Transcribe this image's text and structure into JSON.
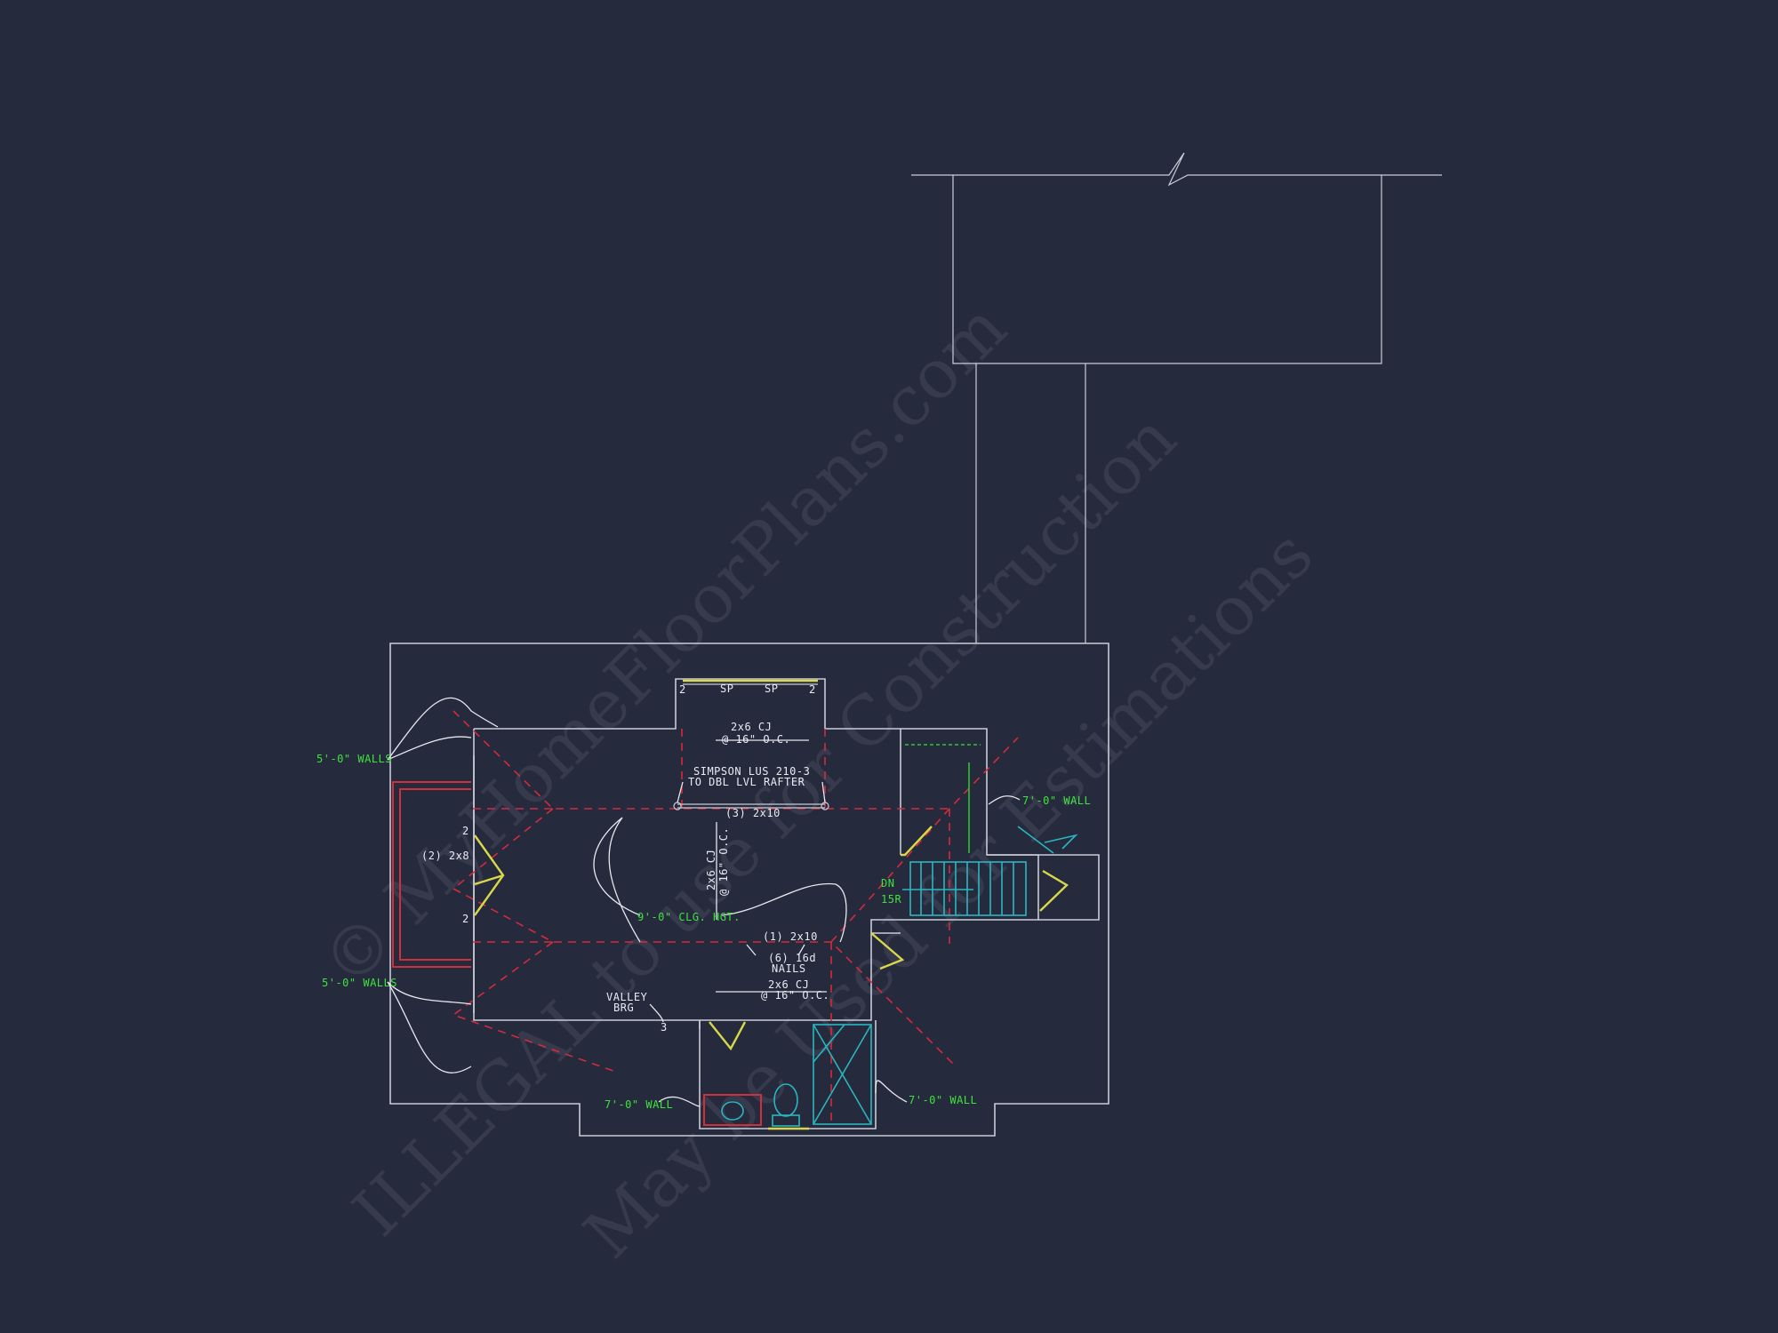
{
  "watermark": {
    "line1": "© MyHomeFloorPlans.com",
    "line2": "ILLEGAL to use for Construction",
    "line3": "May be Used for Estimations"
  },
  "colors": {
    "background": "#262a3d",
    "walls": "#c9ccd6",
    "annotation_green": "#3ee23e",
    "beam_red": "#d02c3c",
    "door_yellow": "#d8d84a",
    "fixture_cyan": "#2ab6c0"
  },
  "labels": {
    "walls_5ft_top": "5'-0\" WALLS",
    "walls_5ft_bottom": "5'-0\" WALLS",
    "wall_7ft_right": "7'-0\" WALL",
    "wall_7ft_bottom_left": "7'-0\" WALL",
    "wall_7ft_bottom_right": "7'-0\" WALL",
    "ceiling_height": "9'-0\" CLG. HGT.",
    "stair_dn": "DN",
    "stair_risers": "15R",
    "cj_top_1": "2x6 CJ",
    "cj_top_2": "@ 16\" O.C.",
    "simpson_1": "SIMPSON LUS 210-3",
    "simpson_2": "TO DBL LVL RAFTER",
    "beam_3_2x10": "(3) 2x10",
    "cj_vert_1": "2x6 CJ",
    "cj_vert_2": "@ 16\" O.C.",
    "header_2x8": "(2) 2x8",
    "beam_1_2x10": "(1) 2x10",
    "nails_1": "(6) 16d",
    "nails_2": "NAILS",
    "cj_bot_1": "2x6 CJ",
    "cj_bot_2": "@ 16\" O.C.",
    "valley_1": "VALLEY",
    "valley_2": "BRG",
    "sp_left": "SP",
    "sp_right": "SP",
    "post_2_a": "2",
    "post_2_b": "2",
    "post_2_c": "2",
    "post_2_d": "2",
    "post_3": "3"
  }
}
